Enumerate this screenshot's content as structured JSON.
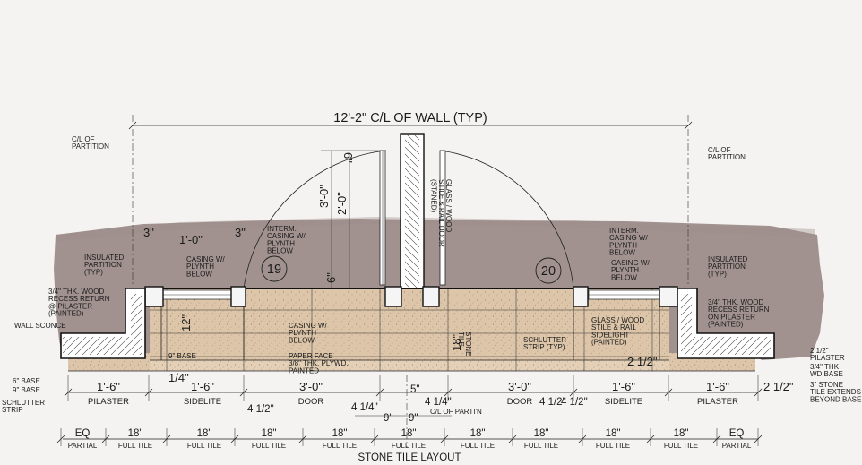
{
  "overall_dimension": "12'-2\" C/L OF WALL (TYP)",
  "left_top_labels": {
    "partition": "C/L OF\nPARTITION",
    "dim_3a": "3\"",
    "dim_1_0": "1'-0\"",
    "dim_3b": "3\"",
    "casing_plynth": "CASING W/\nPLYNTH\nBELOW",
    "interm_casing": "INTERM.\nCASING W/\nPLYNTH\nBELOW",
    "insulated": "INSULATED\nPARTITION\n(TYP)",
    "wood_recess": "3/4\" THK. WOOD\nRECESS RETURN\n@ PILASTER\n(PAINTED)",
    "wall_sconce": "WALL SCONCE",
    "base_6": "6\" BASE",
    "base_9": "9\" BASE",
    "schlutter_strip": "SCHLUTTER\nSTRIP",
    "base_9_inner": "9\" BASE",
    "dim_12": "12\""
  },
  "right_top_labels": {
    "partition": "C/L OF\nPARTITION",
    "interm_casing": "INTERM.\nCASING W/\nPLYNTH\nBELOW",
    "casing_plynth": "CASING W/\nPLYNTH\nBELOW",
    "insulated": "INSULATED\nPARTITION\n(TYP)",
    "wood_recess": "3/4\" THK. WOOD\nRECESS RETURN\nON PILASTER\n(PAINTED)",
    "pilaster_2_5": "2 1/2\"\nPILASTER",
    "wd_base": "3/4\" THK\nWD BASE",
    "stone_extends": "3\" STONE\nTILE EXTENDS\nBEYOND BASE",
    "dim_2_5": "2 1/2\""
  },
  "center_labels": {
    "dim_6": "6\"",
    "dim_3_0": "3'-0\"",
    "dim_2_0": "2'-0\"",
    "dim_6b": "6\"",
    "door_19": "19",
    "door_20": "20",
    "glass_door": "GLASS / WOOD\nSTILE & RAIL DOOR\n(STANED)",
    "casing_center": "CASING W/\nPLYNTH\nBELOW",
    "paper_face": "PAPER FACE\n3/8\" THK. PLYWD.\nPAINTED",
    "dim_18": "18\"",
    "stone_tile": "STONE\nTILE",
    "schlutter_typ": "SCHLUTTER\nSTRIP (TYP)",
    "glass_sidelight": "GLASS / WOOD\nSTILE & RAIL\nSIDELIGHT\n(PAINTED)",
    "dim_2_5_center": "2 1/2\"",
    "dim_1_4": "1/4\""
  },
  "dim_row_1": [
    {
      "dim": "1'-6\"",
      "label": "PILASTER"
    },
    {
      "dim": "1'-6\"",
      "label": "SIDELITE"
    },
    {
      "dim": "3'-0\"",
      "label": "DOOR"
    },
    {
      "dim": "3'-0\"",
      "label": "DOOR"
    },
    {
      "dim": "1'-6\"",
      "label": "SIDELITE"
    },
    {
      "dim": "1'-6\"",
      "label": "PILASTER"
    }
  ],
  "dim_row_1_extras": {
    "q1": "4 1/2\"",
    "q2": "4 1/4\"",
    "q3": "5\"",
    "q4": "4 1/4\"",
    "q5": "4 1/2\"",
    "q6": "9\"",
    "q7": "9\"",
    "partition_cl": "C/L OF PARTI'N",
    "q8": "4 1/2\""
  },
  "tile_row": [
    {
      "dim": "EQ",
      "label": "PARTIAL"
    },
    {
      "dim": "18\"",
      "label": "FULL TILE"
    },
    {
      "dim": "18\"",
      "label": "FULL TILE"
    },
    {
      "dim": "18\"",
      "label": "FULL TILE"
    },
    {
      "dim": "18\"",
      "label": "FULL TILE"
    },
    {
      "dim": "18\"",
      "label": "FULL TILE"
    },
    {
      "dim": "18\"",
      "label": "FULL TILE"
    },
    {
      "dim": "18\"",
      "label": "FULL TILE"
    },
    {
      "dim": "18\"",
      "label": "FULL TILE"
    },
    {
      "dim": "18\"",
      "label": "FULL TILE"
    },
    {
      "dim": "EQ",
      "label": "PARTIAL"
    }
  ],
  "caption": "STONE TILE LAYOUT",
  "colors": {
    "paper": "#f4f3f1",
    "marker_wash": "#8f7d7a",
    "stone_tile": "#dcc5a8",
    "ink": "#1b1b1b"
  }
}
